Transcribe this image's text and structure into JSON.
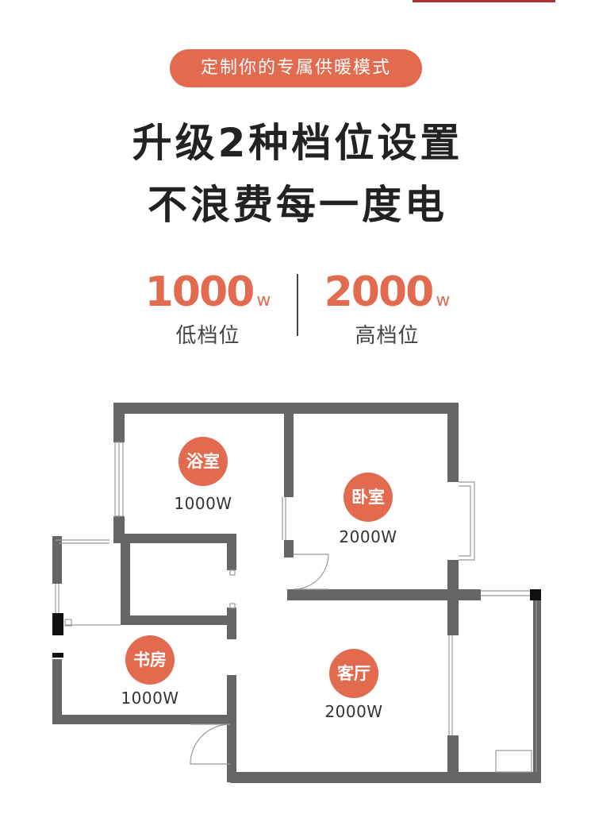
{
  "banner": {
    "tag": "定制你的专属供暖模式"
  },
  "headline": {
    "line1": "升级2种档位设置",
    "line2": "不浪费每一度电"
  },
  "specs": [
    {
      "value": "1000",
      "unit": "w",
      "label": "低档位"
    },
    {
      "value": "2000",
      "unit": "w",
      "label": "高档位"
    }
  ],
  "rooms": [
    {
      "name": "浴室",
      "power": "1000W"
    },
    {
      "name": "卧室",
      "power": "2000W"
    },
    {
      "name": "书房",
      "power": "1000W"
    },
    {
      "name": "客厅",
      "power": "2000W"
    }
  ],
  "colors": {
    "accent": "#e16a4f",
    "wall": "#666666",
    "text": "#222222"
  }
}
